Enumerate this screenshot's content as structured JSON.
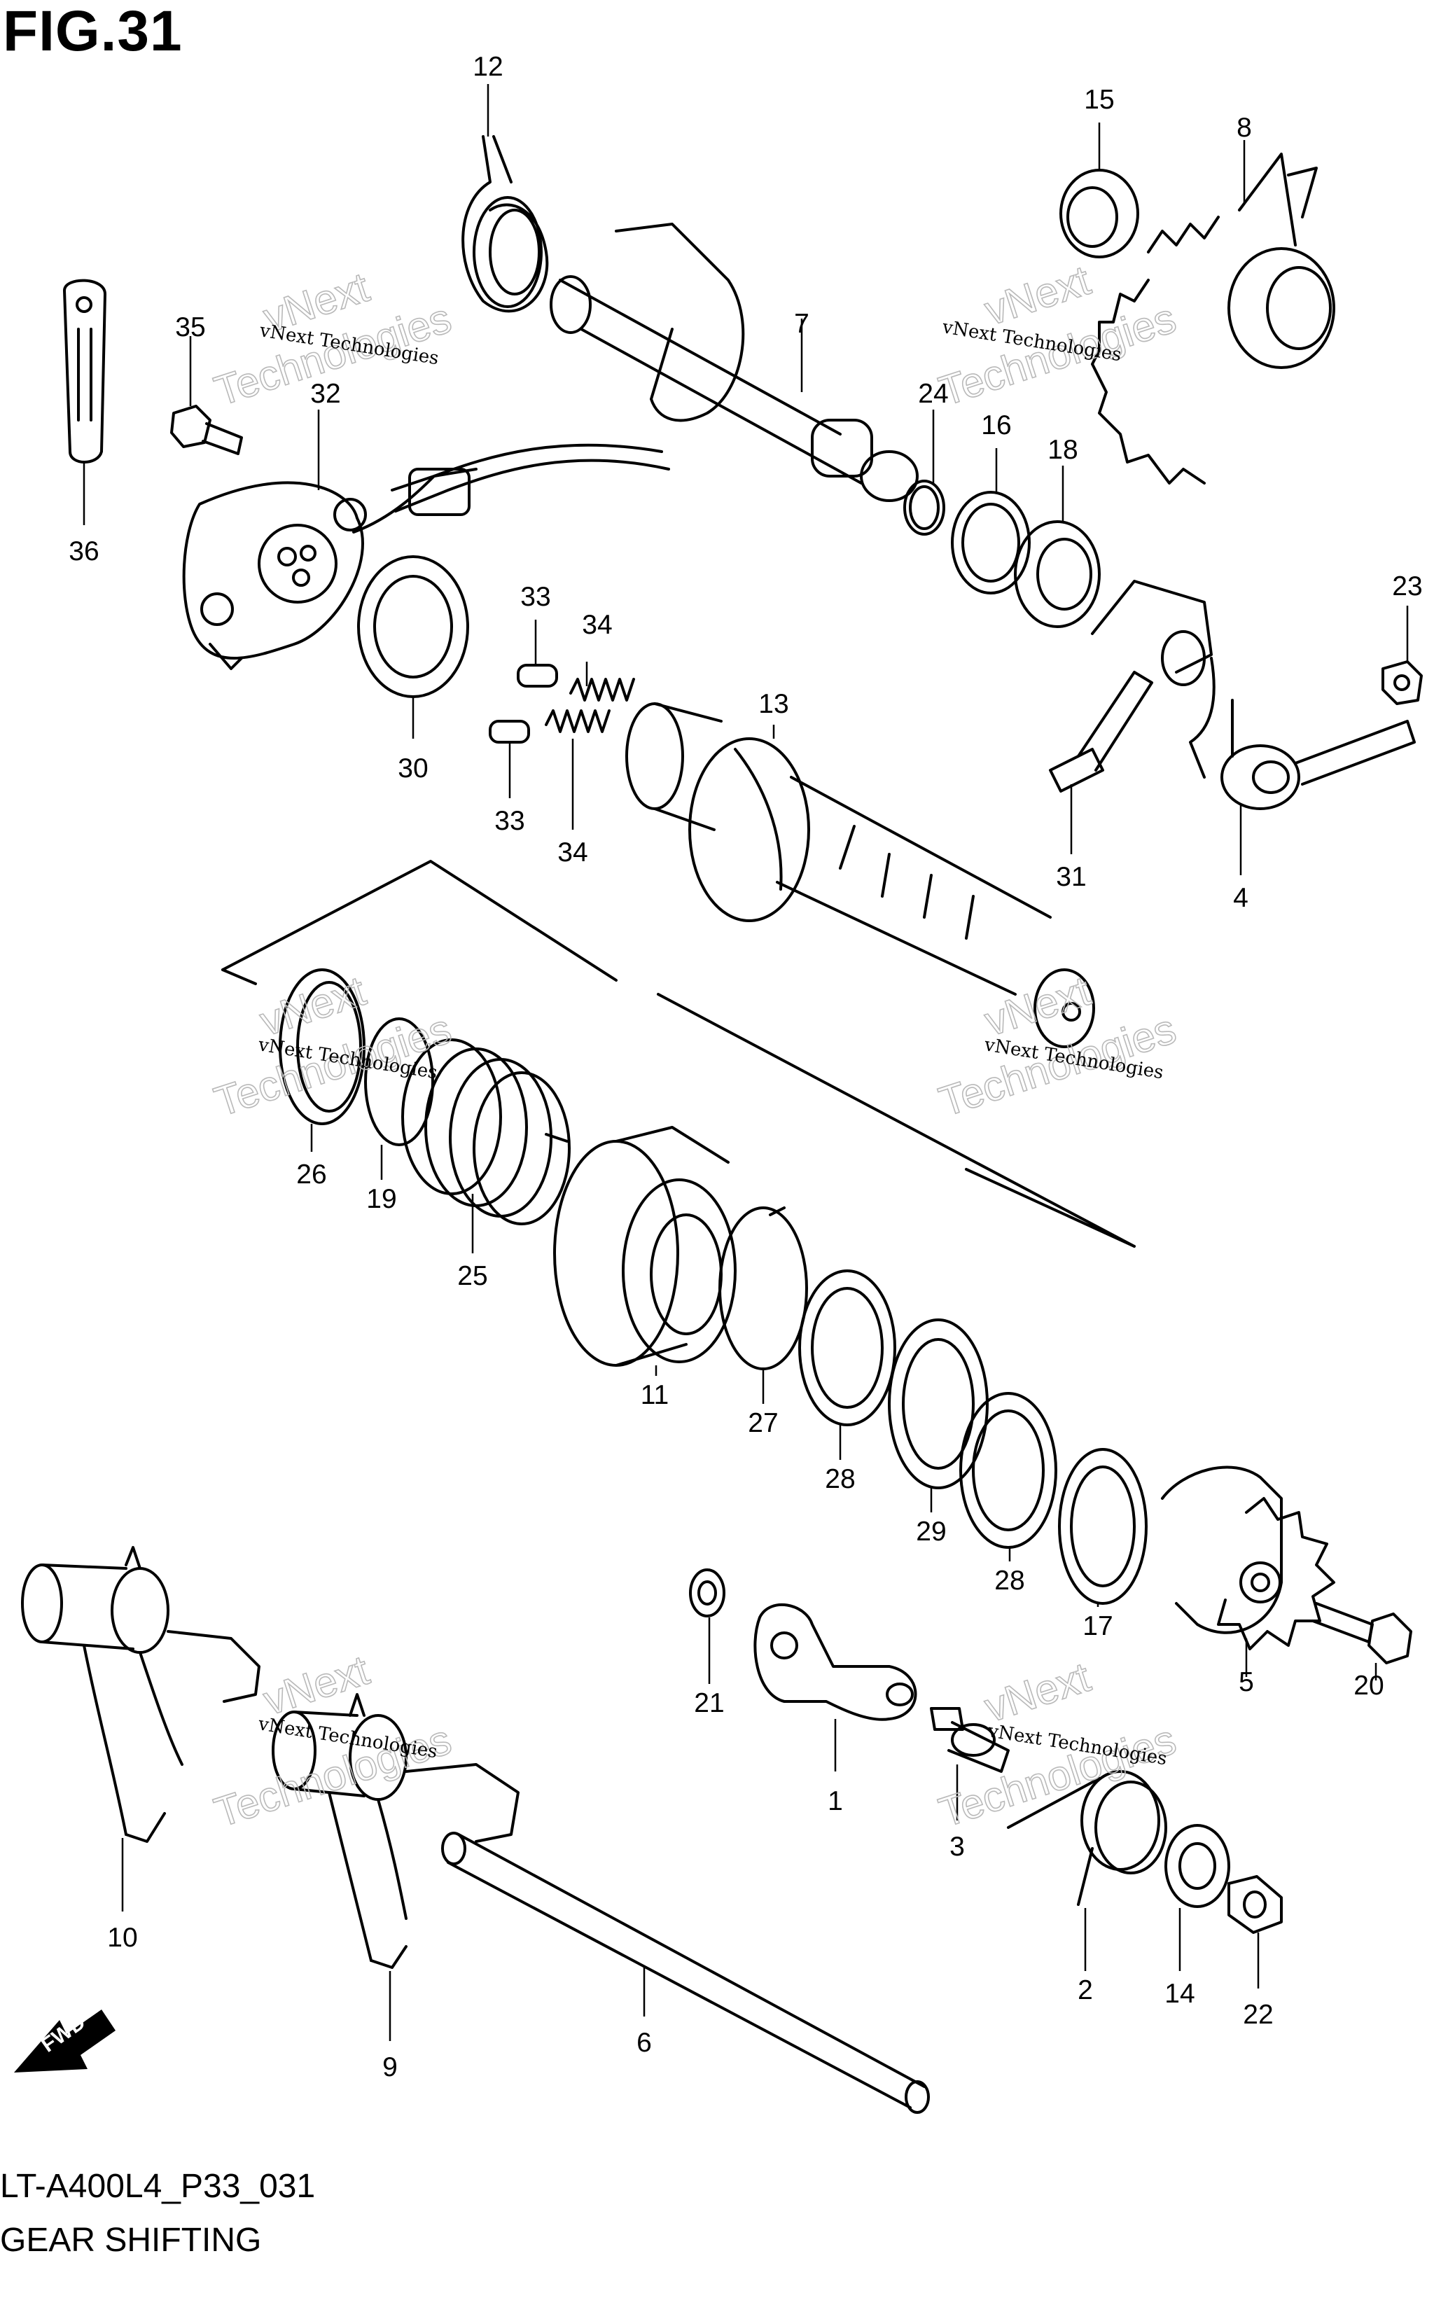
{
  "figure": {
    "title": "FIG.31",
    "code": "LT-A400L4_P33_031",
    "subtitle": "GEAR SHIFTING"
  },
  "fwd_label": "FWD",
  "watermark": {
    "line1": "vNext Technologies",
    "line2": "vNext",
    "line3": "Technologies"
  },
  "callouts": [
    "1",
    "2",
    "3",
    "4",
    "5",
    "6",
    "7",
    "8",
    "9",
    "10",
    "11",
    "12",
    "13",
    "14",
    "15",
    "16",
    "17",
    "18",
    "19",
    "20",
    "21",
    "22",
    "23",
    "24",
    "25",
    "26",
    "27",
    "28",
    "28",
    "29",
    "30",
    "31",
    "32",
    "33",
    "33",
    "34",
    "34",
    "35",
    "36"
  ]
}
